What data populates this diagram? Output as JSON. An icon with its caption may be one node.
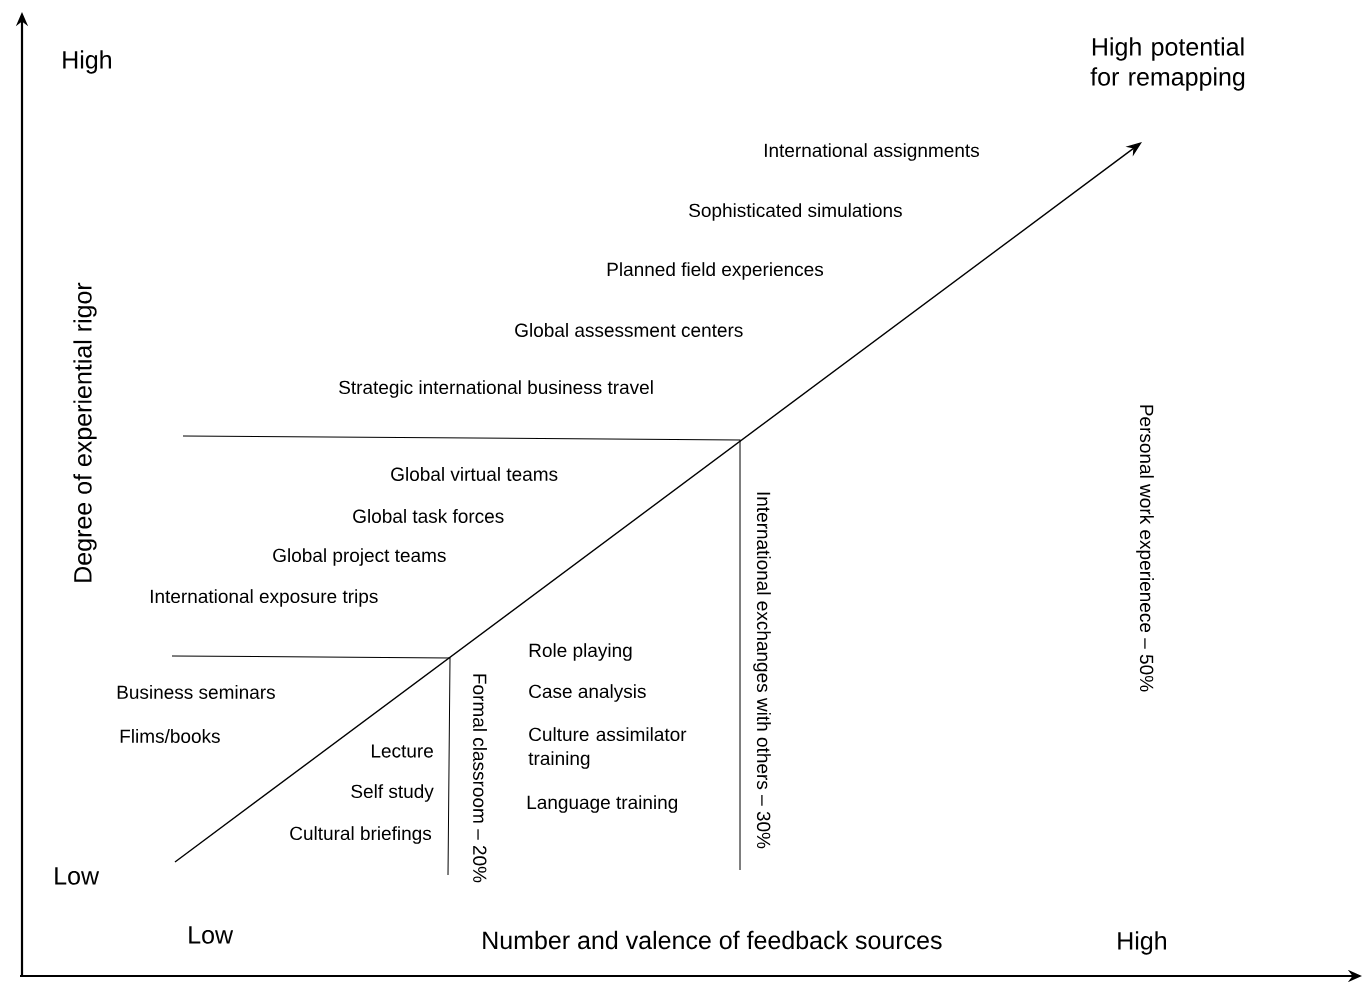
{
  "diagram": {
    "labels": [
      "High",
      "High potential for remapping",
      "Degree of experiential rigor",
      "International assignments",
      "Sophisticated simulations",
      "Planned field experiences",
      "Global assessment centers",
      "Strategic international business travel",
      "Global virtual teams",
      "Global task forces",
      "Global project teams",
      "International exposure trips",
      "Business seminars",
      "Flims/books",
      "Lecture",
      "Role playing",
      "Case analysis",
      "Culture assimilator training",
      "Self study",
      "Language training",
      "Cultural briefings",
      "Formal classroom – 20%",
      "International exchanges with others – 30%",
      "Personal work experienece – 50%",
      "Low",
      "Low",
      "Number and valence of feedback sources",
      "High"
    ]
  }
}
